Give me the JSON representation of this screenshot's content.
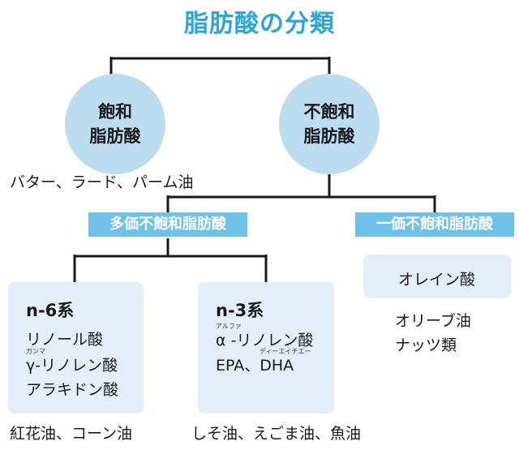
{
  "title": "脂肪酸の分類",
  "saturated": {
    "label_line1": "飽和",
    "label_line2": "脂肪酸",
    "examples": "バター、ラード、パーム油"
  },
  "unsaturated": {
    "label_line1": "不飽和",
    "label_line2": "脂肪酸"
  },
  "poly": {
    "label": "多価不飽和脂肪酸",
    "n6": {
      "title": "n-6系",
      "items": [
        "リノール酸",
        "γ-リノレン酸",
        "アラキドン酸"
      ],
      "ruby_gamma": "ガンマ",
      "examples": "紅花油、コーン油"
    },
    "n3": {
      "title": "n-3系",
      "items": [
        "α -リノレン酸",
        "EPA、DHA"
      ],
      "ruby_alpha": "アルファ",
      "ruby_dha": "ディーエイチエー",
      "examples": "しそ油、えごま油、魚油"
    }
  },
  "mono": {
    "label": "一価不飽和脂肪酸",
    "card_item": "オレイン酸",
    "examples": [
      "オリーブ油",
      "ナッツ類"
    ]
  },
  "colors": {
    "title": "#2aa6dc",
    "circle": "#bcdcf0",
    "band": "#6ec1e8",
    "card": "#e3eef8",
    "line": "#1a1a1a"
  }
}
